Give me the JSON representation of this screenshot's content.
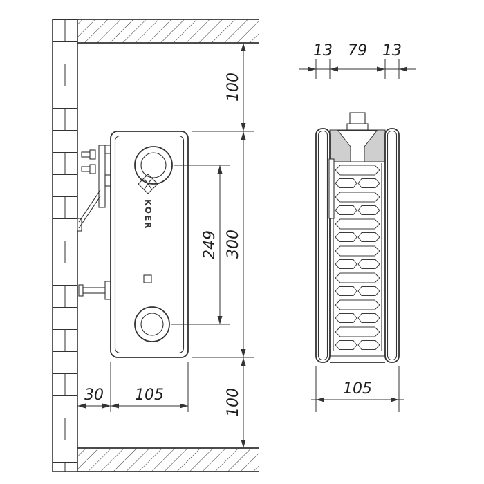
{
  "side_view": {
    "labels": {
      "top_clearance": "100",
      "height": "300",
      "connection_spacing": "249",
      "bottom_clearance": "100",
      "wall_gap": "30",
      "depth": "105"
    },
    "brand": "KOER"
  },
  "front_view": {
    "labels": {
      "left_wall_thickness": "13",
      "core_width": "79",
      "right_wall_thickness": "13",
      "width": "105"
    }
  },
  "colors": {
    "line": "#333333",
    "shade": "#cfcfcf",
    "background": "#ffffff"
  }
}
